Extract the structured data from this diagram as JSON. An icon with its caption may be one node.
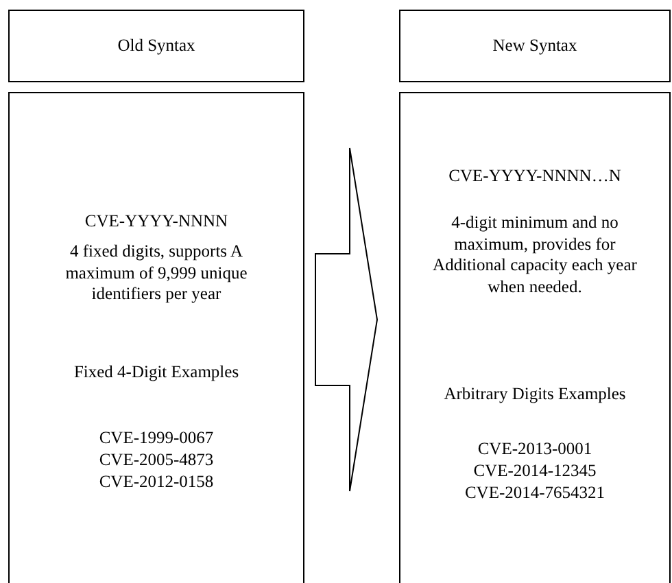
{
  "diagram": {
    "nodes": [
      {
        "text": [
          "Old Syntax"
        ]
      },
      {
        "text": [
          "CVE-YYYY-NNNN",
          "4 fixed digits, supports A maximum of 9,999 unique identifiers per year",
          "Fixed 4-Digit Examples",
          "CVE-1999-0067",
          "CVE-2005-4873",
          "CVE-2012-0158"
        ]
      },
      {
        "text": [
          "New Syntax"
        ]
      },
      {
        "text": [
          "CVE-YYYY-NNNN…N",
          "4-digit minimum and no maximum, provides for Additional capacity each year when needed.",
          "Arbitrary Digits Examples",
          "CVE-2013-0001",
          "CVE-2014-12345",
          "CVE-2014-7654321"
        ]
      }
    ],
    "edges": [
      {
        "from": 1,
        "to": 3,
        "arrow": "to"
      }
    ]
  }
}
